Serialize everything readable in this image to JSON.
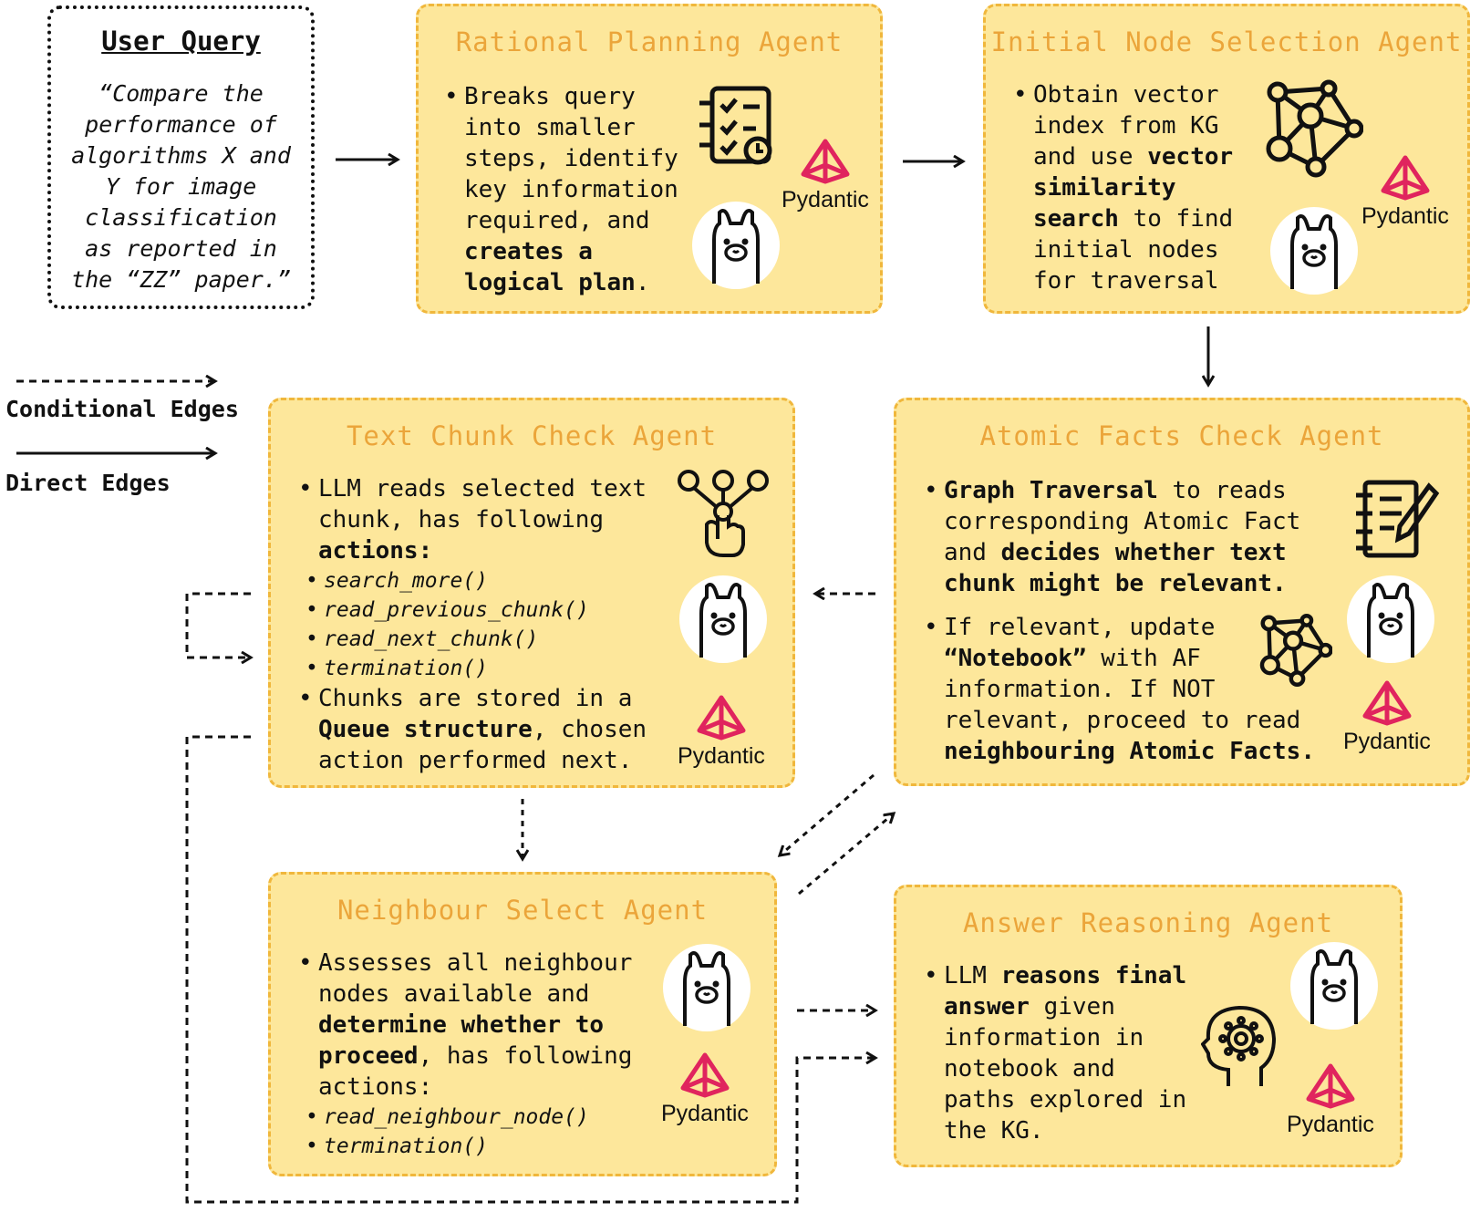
{
  "user_query": {
    "title": "User Query",
    "lines": [
      "“Compare the",
      "performance of",
      "algorithms X and",
      "Y for image",
      "classification",
      "as reported in",
      "the “ZZ” paper.”"
    ]
  },
  "legend": {
    "conditional": "Conditional Edges",
    "direct": "Direct Edges"
  },
  "brand": {
    "pydantic": "Pydantic"
  },
  "colors": {
    "box_fill": "#fde79b",
    "box_border": "#f0b73c",
    "title": "#eba53a",
    "pydantic": "#e0245e"
  },
  "agents": {
    "rational": {
      "title": "Rational Planning Agent",
      "lines": [
        [
          {
            "t": "Breaks query"
          }
        ],
        [
          {
            "t": "into smaller"
          }
        ],
        [
          {
            "t": "steps, identify"
          }
        ],
        [
          {
            "t": "key information"
          }
        ],
        [
          {
            "t": "required, and"
          }
        ],
        [
          {
            "t": "creates a",
            "b": true
          }
        ],
        [
          {
            "t": "logical plan",
            "b": true
          },
          {
            "t": "."
          }
        ]
      ]
    },
    "initial": {
      "title": "Initial Node Selection Agent",
      "lines": [
        [
          {
            "t": "Obtain vector"
          }
        ],
        [
          {
            "t": "index from KG"
          }
        ],
        [
          {
            "t": "and use "
          },
          {
            "t": "vector",
            "b": true
          }
        ],
        [
          {
            "t": "similarity",
            "b": true
          }
        ],
        [
          {
            "t": "search",
            "b": true
          },
          {
            "t": " to find"
          }
        ],
        [
          {
            "t": "initial nodes"
          }
        ],
        [
          {
            "t": "for traversal"
          }
        ]
      ]
    },
    "textchunk": {
      "title": "Text Chunk Check Agent",
      "lines1": [
        [
          {
            "t": "LLM reads selected text"
          }
        ],
        [
          {
            "t": "chunk, has following"
          }
        ],
        [
          {
            "t": "actions:",
            "b": true
          }
        ]
      ],
      "actions": [
        "search_more()",
        "read_previous_chunk()",
        "read_next_chunk()",
        "termination()"
      ],
      "lines2": [
        [
          {
            "t": "Chunks are stored in a"
          }
        ],
        [
          {
            "t": "Queue structure",
            "b": true
          },
          {
            "t": ", chosen"
          }
        ],
        [
          {
            "t": "action performed next."
          }
        ]
      ]
    },
    "atomic": {
      "title": "Atomic Facts Check Agent",
      "lines1": [
        [
          {
            "t": "Graph Traversal",
            "b": true
          },
          {
            "t": " to reads"
          }
        ],
        [
          {
            "t": "corresponding Atomic Fact"
          }
        ],
        [
          {
            "t": "and "
          },
          {
            "t": "decides whether text",
            "b": true
          }
        ],
        [
          {
            "t": "chunk might be relevant.",
            "b": true
          }
        ]
      ],
      "lines2": [
        [
          {
            "t": "If relevant, update"
          }
        ],
        [
          {
            "t": "“Notebook”",
            "b": true
          },
          {
            "t": " with AF"
          }
        ],
        [
          {
            "t": "information. If NOT"
          }
        ],
        [
          {
            "t": "relevant, proceed to read"
          }
        ],
        [
          {
            "t": "neighbouring Atomic Facts.",
            "b": true
          }
        ]
      ]
    },
    "neighbour": {
      "title": "Neighbour Select Agent",
      "lines": [
        [
          {
            "t": "Assesses all neighbour"
          }
        ],
        [
          {
            "t": "nodes available and"
          }
        ],
        [
          {
            "t": "determine whether to",
            "b": true
          }
        ],
        [
          {
            "t": "proceed",
            "b": true
          },
          {
            "t": ", has following"
          }
        ],
        [
          {
            "t": "actions:"
          }
        ]
      ],
      "actions": [
        "read_neighbour_node()",
        "termination()"
      ]
    },
    "answer": {
      "title": "Answer Reasoning Agent",
      "lines": [
        [
          {
            "t": "LLM "
          },
          {
            "t": "reasons final",
            "b": true
          }
        ],
        [
          {
            "t": "answer",
            "b": true
          },
          {
            "t": " given"
          }
        ],
        [
          {
            "t": "information in"
          }
        ],
        [
          {
            "t": "notebook and"
          }
        ],
        [
          {
            "t": "paths explored in"
          }
        ],
        [
          {
            "t": "the KG."
          }
        ]
      ]
    }
  }
}
